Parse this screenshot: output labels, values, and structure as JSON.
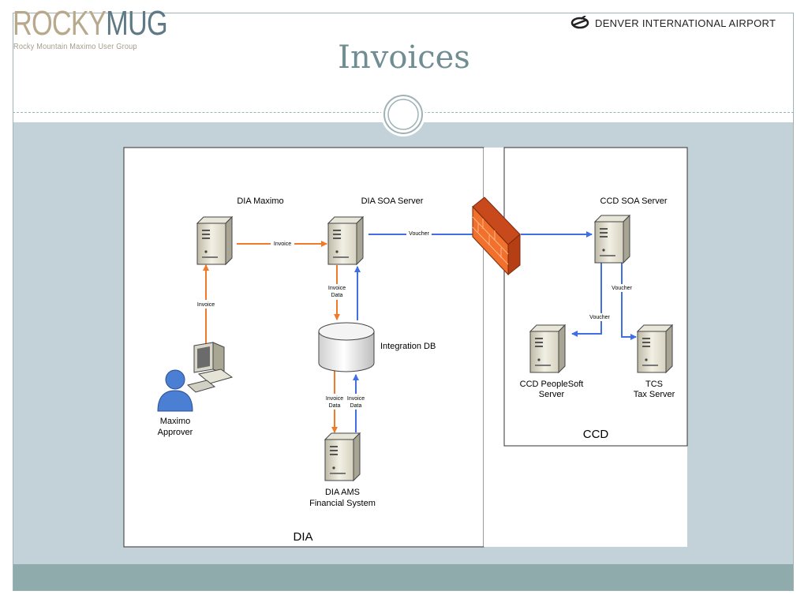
{
  "header": {
    "logo_rocky": "ROCKY",
    "logo_mug": "MUG",
    "logo_subtitle": "Rocky Mountain Maximo User Group",
    "airport_name": "DENVER INTERNATIONAL AIRPORT",
    "title": "Invoices"
  },
  "diagram": {
    "zones": {
      "dia": "DIA",
      "ccd": "CCD"
    },
    "nodes": {
      "dia_maximo": "DIA Maximo",
      "dia_soa": "DIA SOA Server",
      "ccd_soa": "CCD SOA Server",
      "integration_db": "Integration DB",
      "approver_line1": "Maximo",
      "approver_line2": "Approver",
      "ams_line1": "DIA AMS",
      "ams_line2": "Financial System",
      "peoplesoft_line1": "CCD PeopleSoft",
      "peoplesoft_line2": "Server",
      "tcs_line1": "TCS",
      "tcs_line2": "Tax Server"
    },
    "edges": {
      "approver_to_maximo": "Invoice",
      "maximo_to_soa": "Invoice",
      "dia_soa_to_ccd": "Voucher",
      "soa_to_db_line1": "Invoice",
      "soa_to_db_line2": "Data",
      "db_to_ams_line1": "Invoice",
      "db_to_ams_line2": "Data",
      "ams_to_db_line1": "Invoice",
      "ams_to_db_line2": "Data",
      "ccd_to_tcs": "Voucher",
      "ccd_to_peoplesoft": "Voucher"
    },
    "colors": {
      "orange": "#f07a2a",
      "blue": "#3f6fe0"
    }
  }
}
